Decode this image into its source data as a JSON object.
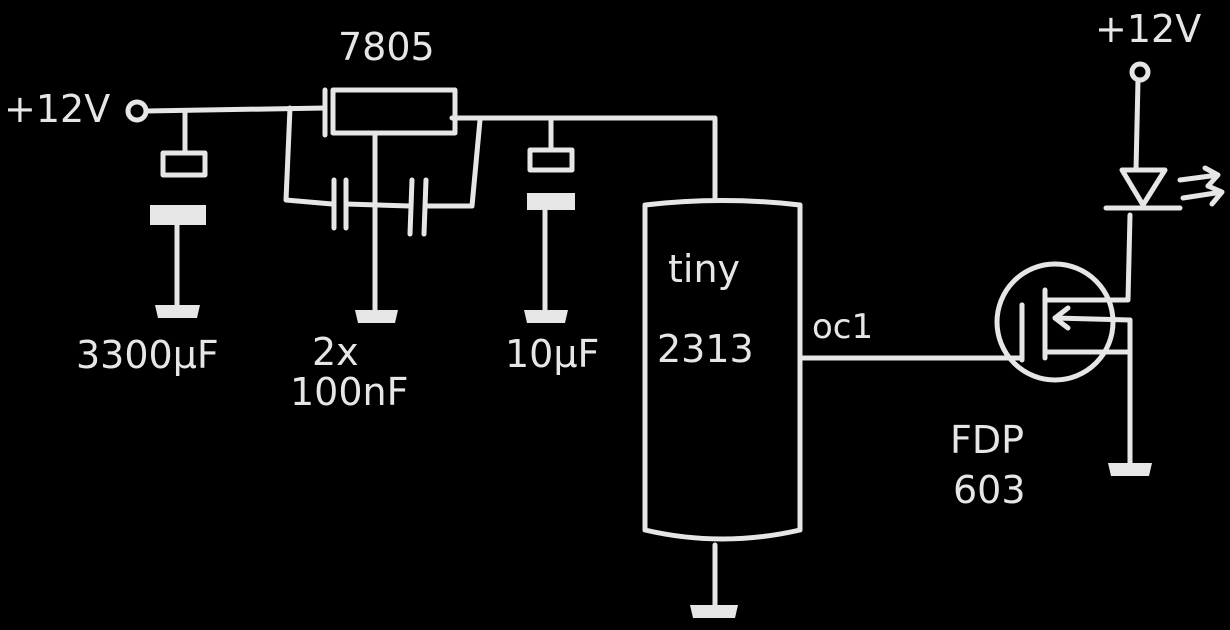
{
  "diagram": {
    "labels": {
      "supply_left": "+12V",
      "supply_right": "+12V",
      "regulator": "7805",
      "cap_bulk": "3300µF",
      "cap_decoupling_count": "2x",
      "cap_decoupling": "100nF",
      "cap_output": "10µF",
      "mcu_name": "tiny",
      "mcu_number": "2313",
      "mcu_pin": "oc1",
      "mosfet_part": "FDP",
      "mosfet_number": "603"
    },
    "colors": {
      "background": "#000000",
      "ink": "#e6e6e6"
    }
  }
}
